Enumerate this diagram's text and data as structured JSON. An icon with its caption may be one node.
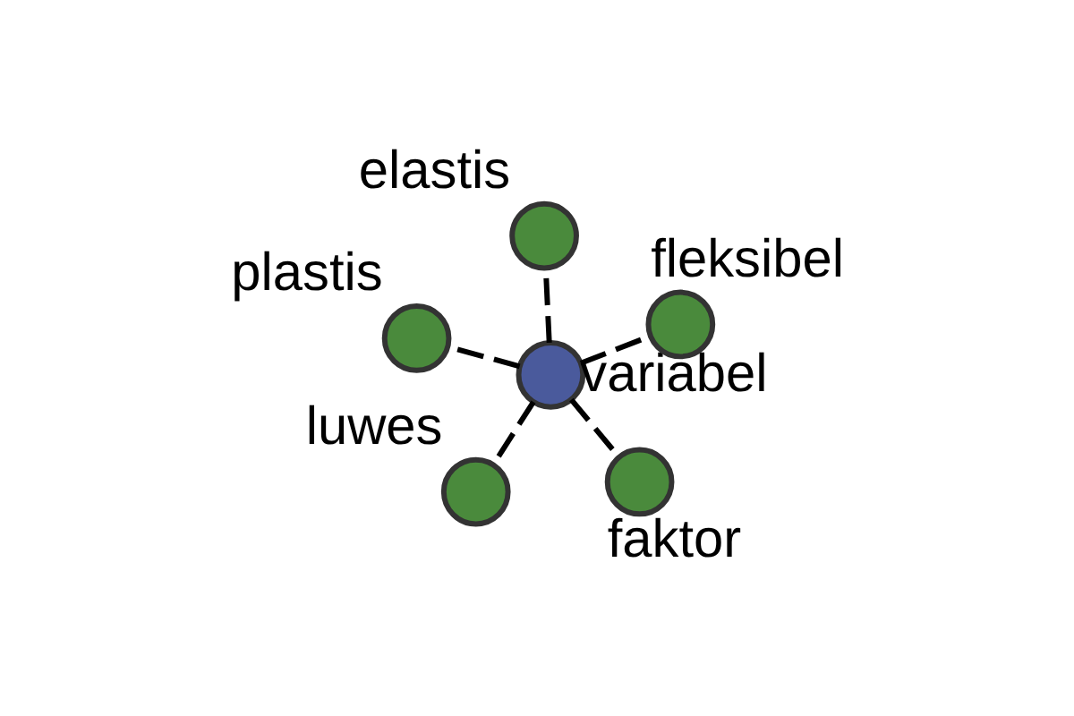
{
  "diagram": {
    "nodes": [
      {
        "text": [
          "variabel"
        ]
      },
      {
        "text": [
          "faktor"
        ]
      },
      {
        "text": [
          "luwes"
        ]
      },
      {
        "text": [
          "plastis"
        ]
      },
      {
        "text": [
          "fleksibel"
        ]
      },
      {
        "text": [
          "elastis"
        ]
      }
    ],
    "edges": [
      {
        "from": 0,
        "to": 1,
        "arrow": "none",
        "style": "dashed"
      },
      {
        "from": 0,
        "to": 2,
        "arrow": "none",
        "style": "dashed"
      },
      {
        "from": 0,
        "to": 3,
        "arrow": "none",
        "style": "dashed"
      },
      {
        "from": 0,
        "to": 4,
        "arrow": "none",
        "style": "dashed"
      },
      {
        "from": 0,
        "to": 5,
        "arrow": "none",
        "style": "dashed"
      }
    ]
  }
}
